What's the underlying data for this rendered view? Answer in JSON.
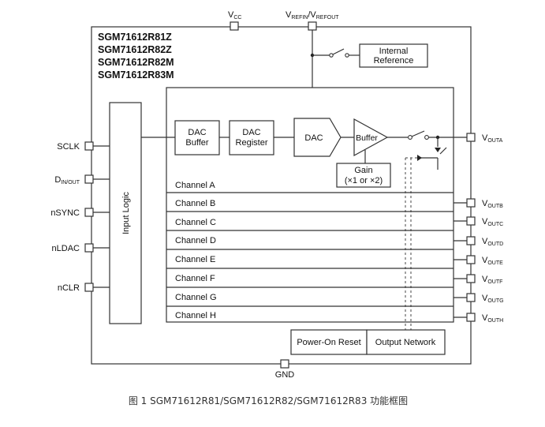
{
  "part_numbers": [
    "SGM71612R81Z",
    "SGM71612R82Z",
    "SGM71612R82M",
    "SGM71612R83M"
  ],
  "top_pins": {
    "vcc": {
      "main": "V",
      "sub": "CC"
    },
    "vref": {
      "main1": "V",
      "sub1": "REFIN",
      "sep": "/V",
      "sub2": "REFOUT"
    }
  },
  "internal_reference": {
    "line1": "Internal",
    "line2": "Reference"
  },
  "left_pins": {
    "sclk": "SCLK",
    "din": {
      "main": "D",
      "sub": "IN/OUT"
    },
    "nsync": "nSYNC",
    "nldac": "nLDAC",
    "nclr": "nCLR"
  },
  "input_logic": "Input Logic",
  "blocks": {
    "dac_buffer": {
      "line1": "DAC",
      "line2": "Buffer"
    },
    "dac_register": {
      "line1": "DAC",
      "line2": "Register"
    },
    "dac": "DAC",
    "buffer": "Buffer",
    "gain": {
      "line1": "Gain",
      "line2": "(×1 or ×2)"
    }
  },
  "channels": [
    "Channel A",
    "Channel B",
    "Channel C",
    "Channel D",
    "Channel E",
    "Channel F",
    "Channel G",
    "Channel H"
  ],
  "outputs": [
    {
      "main": "V",
      "sub": "OUTA"
    },
    {
      "main": "V",
      "sub": "OUTB"
    },
    {
      "main": "V",
      "sub": "OUTC"
    },
    {
      "main": "V",
      "sub": "OUTD"
    },
    {
      "main": "V",
      "sub": "OUTE"
    },
    {
      "main": "V",
      "sub": "OUTF"
    },
    {
      "main": "V",
      "sub": "OUTG"
    },
    {
      "main": "V",
      "sub": "OUTH"
    }
  ],
  "power_on_reset": "Power-On Reset",
  "output_network": "Output Network",
  "gnd": "GND",
  "caption": "图 1 SGM71612R81/SGM71612R82/SGM71612R83 功能框图"
}
